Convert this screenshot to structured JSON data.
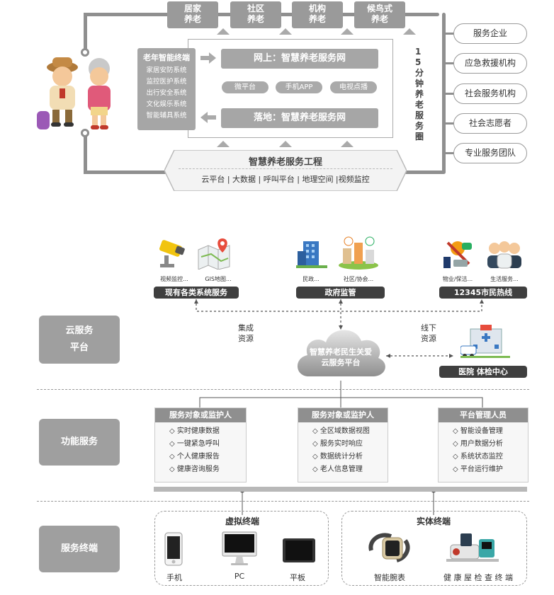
{
  "top_boxes": [
    "居家\n养老",
    "社区\n养老",
    "机构\n养老",
    "候鸟式\n养老"
  ],
  "terminal_panel": {
    "title": "老年智能终端",
    "items": [
      "家居安防系统",
      "监控医护系统",
      "出行安全系统",
      "文化娱乐系统",
      "智能辅具系统"
    ]
  },
  "online": "网上：智慧养老服务网",
  "offline": "落地：智慧养老服务网",
  "channels": [
    "微平台",
    "手机APP",
    "电视点播"
  ],
  "circle_label": "15分钟养老服务圈",
  "right_pills": [
    "服务企业",
    "应急救援机构",
    "社会服务机构",
    "社会志愿者",
    "专业服务团队"
  ],
  "project": {
    "title": "智慧养老服务工程",
    "items": "云平台 | 大数据 | 呼叫平台 | 地理空间 |视频监控"
  },
  "icons_captions": {
    "video": "视频监控...",
    "gis": "GIS地图...",
    "civil": "民政...",
    "community": "社区/协会...",
    "property": "物业/保洁...",
    "life": "生活服务..."
  },
  "group_labels": {
    "systems": "现有各类系统服务",
    "gov": "政府监管",
    "hotline": "12345市民热线",
    "hospital": "医院  体检中心"
  },
  "flow_labels": {
    "integrate": "集成\n资源",
    "offline": "线下\n资源"
  },
  "cloud": "智慧养老民生关爱\n云服务平台",
  "layers": [
    "云服务\n平台",
    "功能服务",
    "服务终端"
  ],
  "panels": [
    {
      "head": "服务对象或监护人",
      "items": [
        "◇ 实时健康数据",
        "◇ 一键紧急呼叫",
        "◇ 个人健康报告",
        "◇ 健康咨询服务"
      ]
    },
    {
      "head": "服务对象或监护人",
      "items": [
        "◇ 全区域数据视图",
        "◇ 服务实时响应",
        "◇ 数据统计分析",
        "◇ 老人信息管理"
      ]
    },
    {
      "head": "平台管理人员",
      "items": [
        "◇ 智能设备管理",
        "◇ 用户数据分析",
        "◇ 系统状态监控",
        "◇ 平台运行维护"
      ]
    }
  ],
  "terminals": {
    "virtual": {
      "title": "虚拟终端",
      "items": [
        "手机",
        "PC",
        "平板"
      ]
    },
    "physical": {
      "title": "实体终端",
      "items": [
        "智能腕表",
        "健 康 屋 检 查 终 端"
      ]
    }
  }
}
